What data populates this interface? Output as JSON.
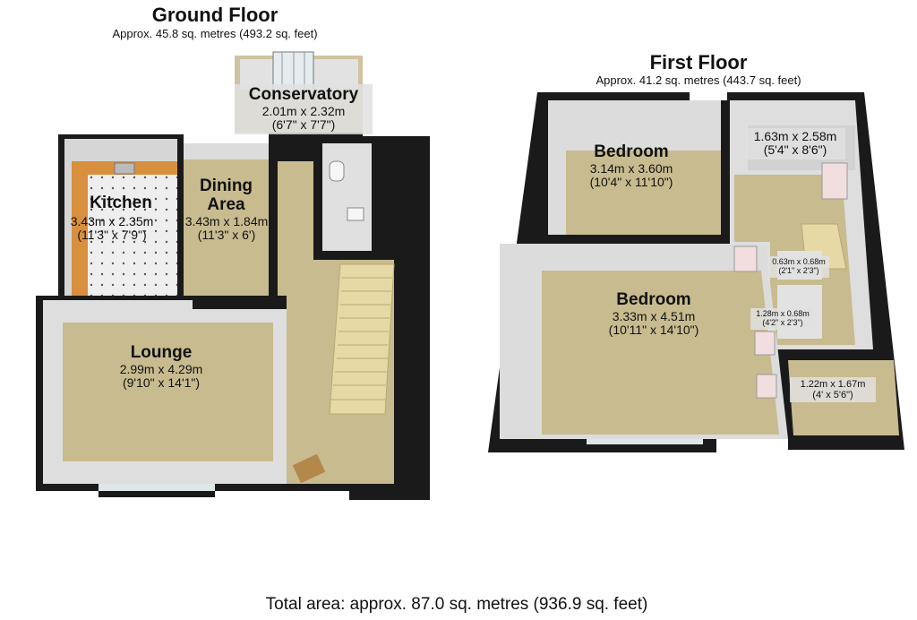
{
  "ground_floor": {
    "title": "Ground Floor",
    "area": "Approx. 45.8 sq. metres (493.2 sq. feet)",
    "rooms": {
      "conservatory": {
        "name": "Conservatory",
        "metric": "2.01m x 2.32m",
        "imperial": "(6'7\" x 7'7\")"
      },
      "kitchen": {
        "name": "Kitchen",
        "metric": "3.43m x 2.35m",
        "imperial": "(11'3\" x 7'9\")"
      },
      "dining": {
        "name": "Dining Area",
        "metric": "3.43m x 1.84m",
        "imperial": "(11'3\" x 6')"
      },
      "lounge": {
        "name": "Lounge",
        "metric": "2.99m x 4.29m",
        "imperial": "(9'10\" x 14'1\")"
      }
    }
  },
  "first_floor": {
    "title": "First Floor",
    "area": "Approx. 41.2 sq. metres (443.7 sq. feet)",
    "rooms": {
      "bedroom1": {
        "name": "Bedroom",
        "metric": "3.14m x 3.60m",
        "imperial": "(10'4\" x 11'10\")"
      },
      "bedroom2": {
        "name": "Bedroom",
        "metric": "3.33m x 4.51m",
        "imperial": "(10'11\" x 14'10\")"
      },
      "bathroom": {
        "metric": "1.63m x 2.58m",
        "imperial": "(5'4\" x 8'6\")"
      },
      "cupboard1": {
        "metric": "0.63m x 0.68m",
        "imperial": "(2'1\" x 2'3\")"
      },
      "cupboard2": {
        "metric": "1.28m x 0.68m",
        "imperial": "(4'2\" x 2'3\")"
      },
      "small_room": {
        "metric": "1.22m x 1.67m",
        "imperial": "(4' x 5'6\")"
      }
    }
  },
  "total_area": "Total area: approx. 87.0 sq. metres (936.9 sq. feet)",
  "colors": {
    "wall": "#1a1a1a",
    "wall_inner": "#d9d9d9",
    "carpet": "#c8bb8f",
    "kitchen_tile": "#e8e8e8",
    "kitchen_counter": "#d88f3e",
    "stairs": "#e6d9a6",
    "door": "#f2dede"
  }
}
